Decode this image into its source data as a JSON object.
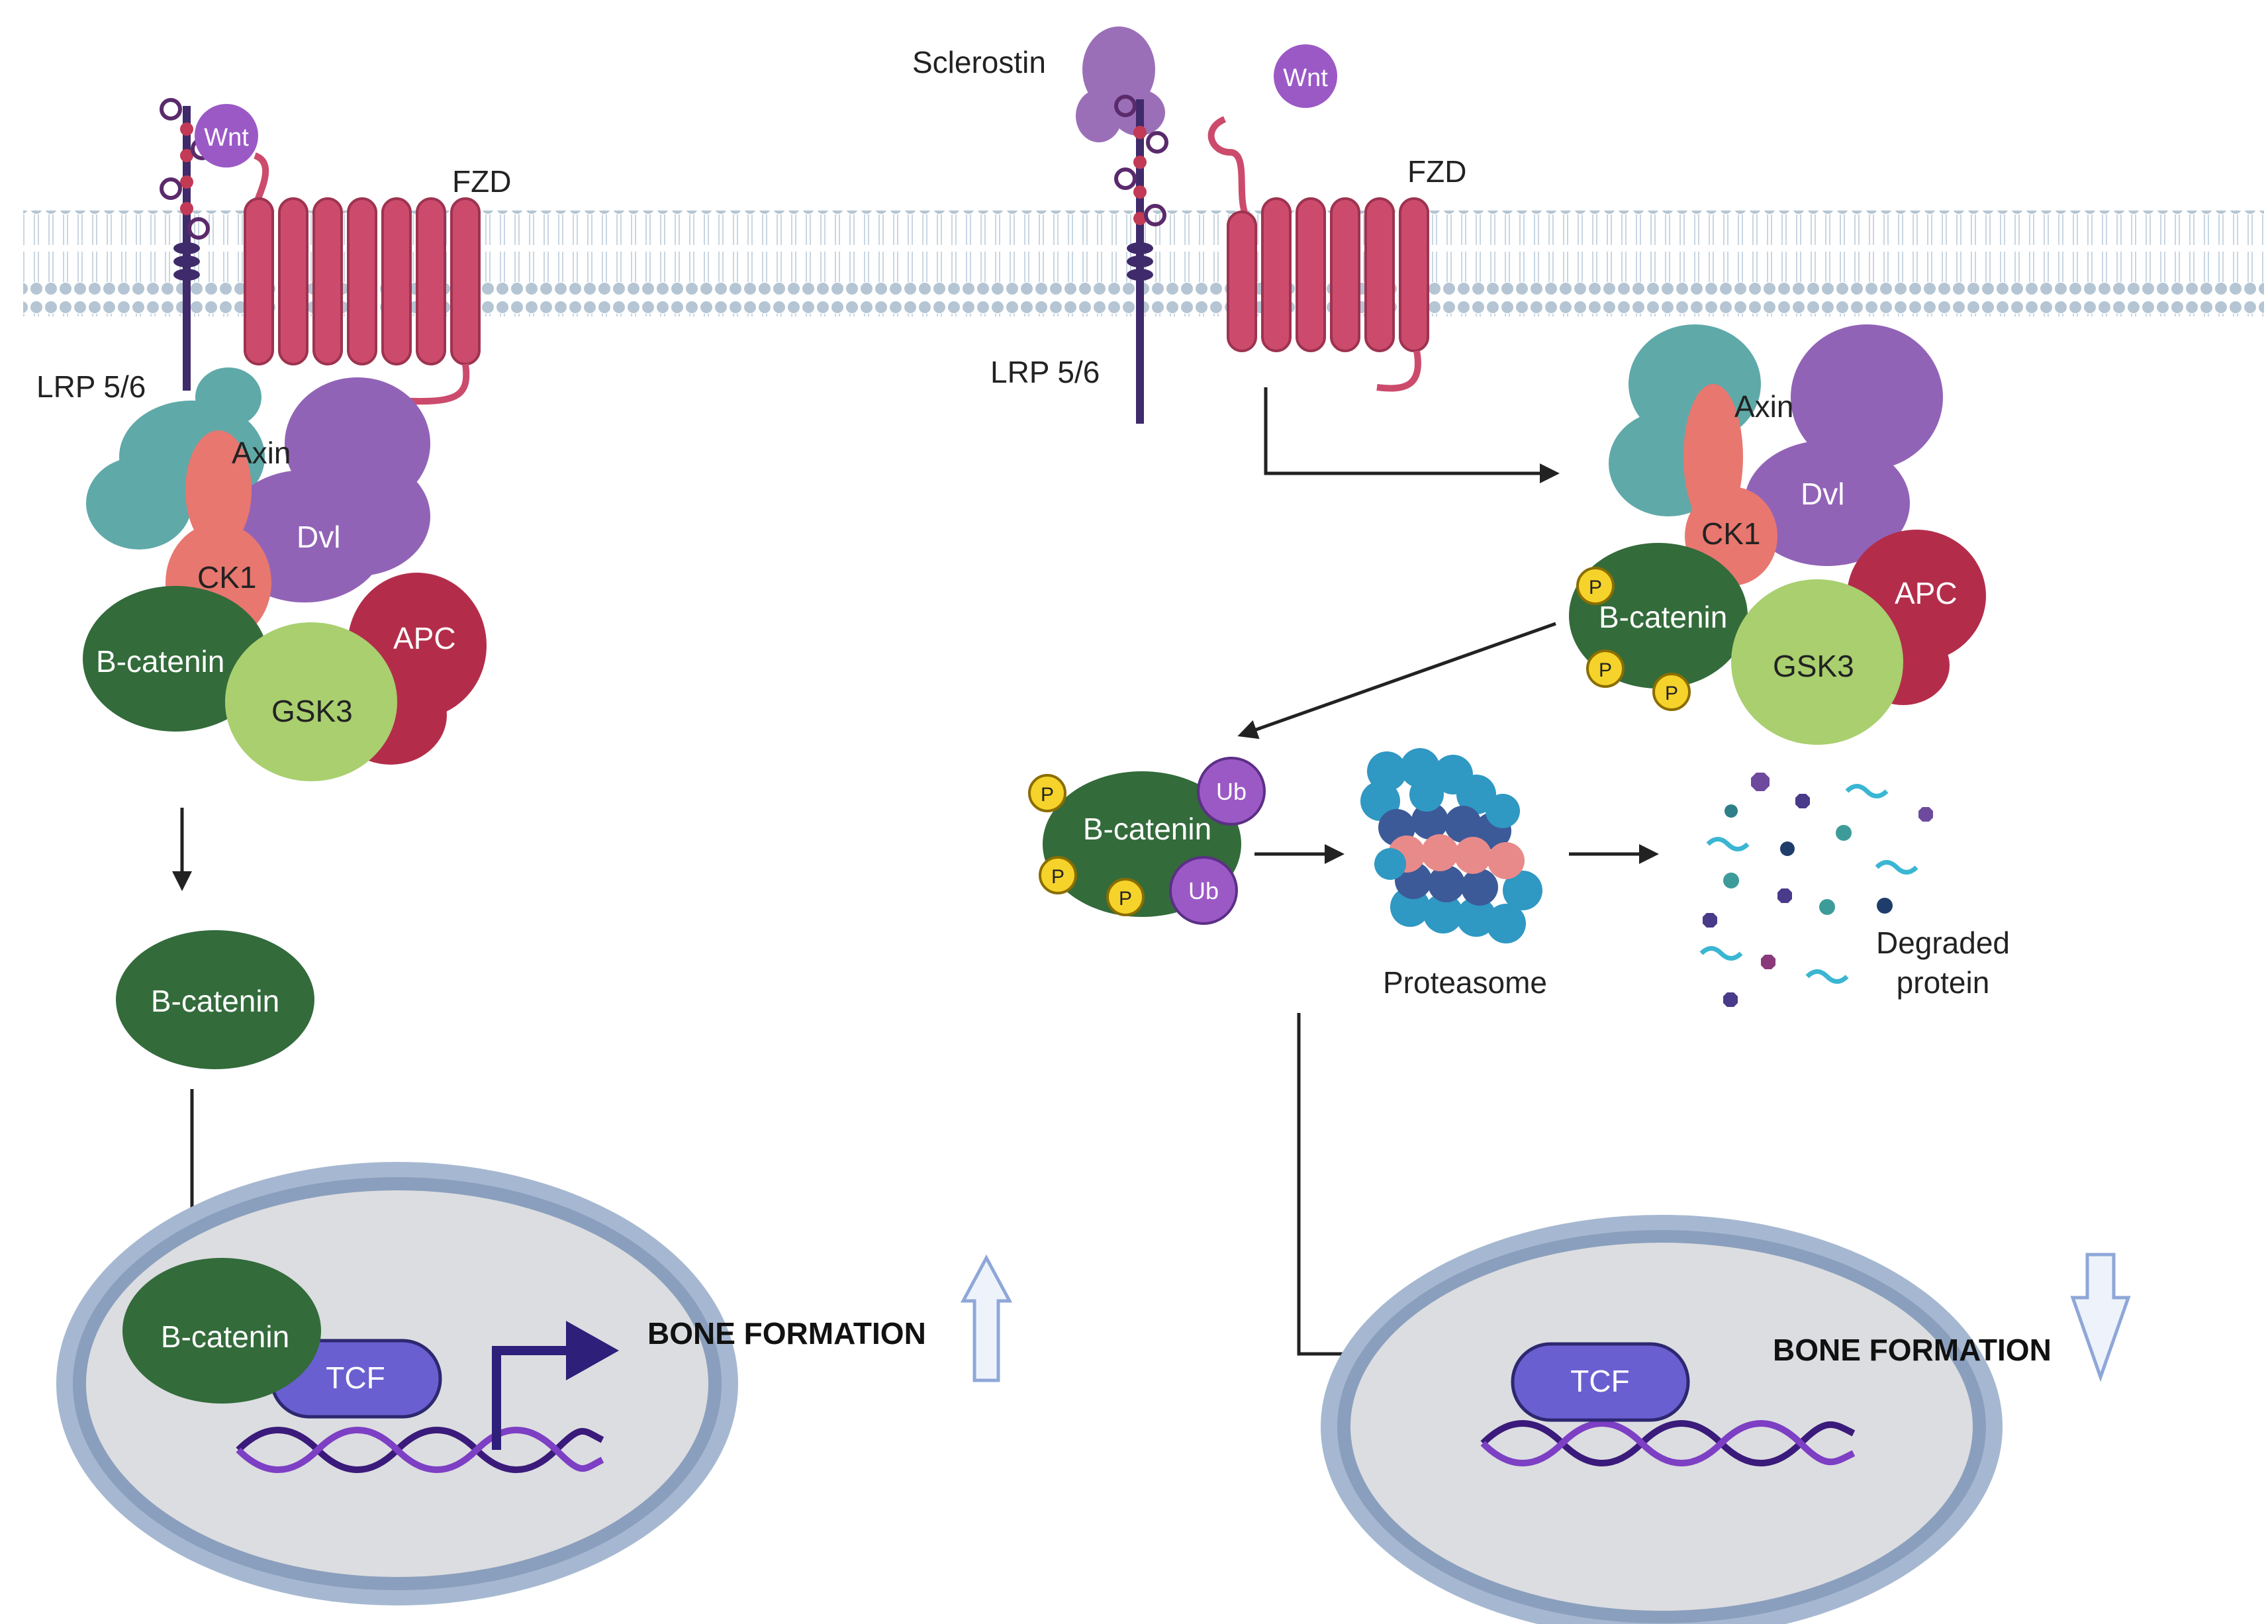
{
  "left_panel": {
    "wnt_label": "Wnt",
    "fzd_label": "FZD",
    "lrp_label": "LRP 5/6",
    "axin_label": "Axin",
    "dvl_label": "Dvl",
    "ck1_label": "CK1",
    "apc_label": "APC",
    "bcatenin_complex_label": "B-catenin",
    "gsk3_label": "GSK3",
    "bcatenin_free_label": "B-catenin",
    "bcatenin_nuclear_label": "B-catenin",
    "tcf_label": "TCF",
    "outcome_label": "BONE FORMATION",
    "outcome_direction": "up"
  },
  "right_panel": {
    "sclerostin_label": "Sclerostin",
    "wnt_label": "Wnt",
    "fzd_label": "FZD",
    "lrp_label": "LRP 5/6",
    "axin_label": "Axin",
    "dvl_label": "Dvl",
    "ck1_label": "CK1",
    "apc_label": "APC",
    "bcatenin_complex_label": "B-catenin",
    "gsk3_label": "GSK3",
    "phospho_label": "P",
    "ubiquitin_label": "Ub",
    "bcatenin_ub_label": "B-catenin",
    "proteasome_label": "Proteasome",
    "degraded_label_line1": "Degraded",
    "degraded_label_line2": "protein",
    "tcf_label": "TCF",
    "outcome_label": "BONE FORMATION",
    "outcome_direction": "down"
  },
  "colors": {
    "membrane": "#a9bccb",
    "fzd": "#cc4b6c",
    "lrp": "#3f2a6b",
    "wnt": "#9b59c6",
    "axin": "#5fa9a9",
    "dvl": "#9163b7",
    "ck1": "#e8776f",
    "apc": "#b32d4a",
    "bcatenin": "#336b3b",
    "gsk3": "#a9cf6f",
    "phospho": "#f5d32a",
    "tcf": "#6a5fd1",
    "dna": "#5a2a9a",
    "nucleus_fill": "#dcdde0",
    "nucleus_ring": "#a6b8d1",
    "proteasome_blue": "#2f98c3",
    "proteasome_pink": "#e98a8a",
    "proteasome_navy": "#3c5a98",
    "arrow_outline": "#8fa7d8"
  }
}
